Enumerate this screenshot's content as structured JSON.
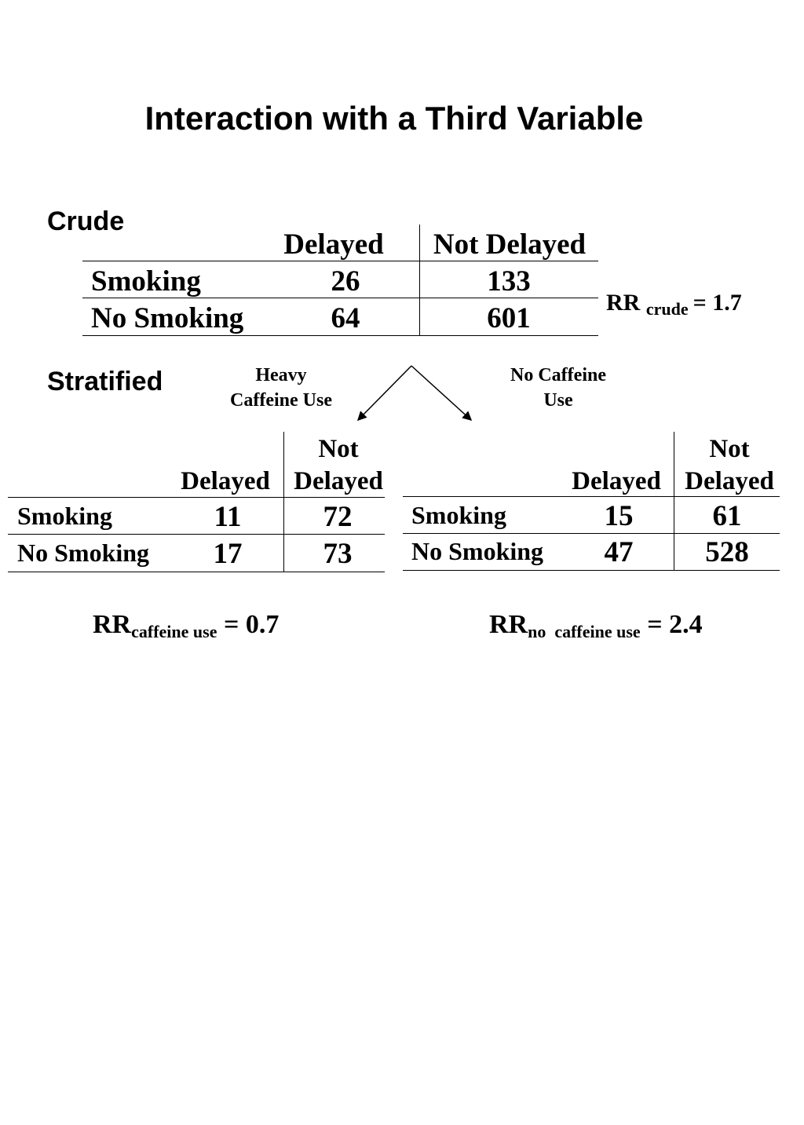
{
  "title": "Interaction with a Third Variable",
  "crude": {
    "label": "Crude",
    "columns": [
      "Delayed",
      "Not Delayed"
    ],
    "rows": [
      {
        "label": "Smoking",
        "values": [
          "26",
          "133"
        ]
      },
      {
        "label": "No Smoking",
        "values": [
          "64",
          "601"
        ]
      }
    ],
    "rr": {
      "prefix": "RR",
      "sub": "crude",
      "value": "= 1.7"
    }
  },
  "stratified": {
    "label": "Stratified",
    "branch_left": {
      "line1": "Heavy",
      "line2": "Caffeine Use"
    },
    "branch_right": {
      "line1": "No Caffeine",
      "line2": "Use"
    },
    "left": {
      "columns": [
        "Delayed",
        "Not",
        "Delayed"
      ],
      "rows": [
        {
          "label": "Smoking",
          "values": [
            "11",
            "72"
          ]
        },
        {
          "label": "No Smoking",
          "values": [
            "17",
            "73"
          ]
        }
      ],
      "rr": {
        "prefix": "RR",
        "sub": "caffeine use",
        "value": " = 0.7"
      }
    },
    "right": {
      "columns": [
        "Delayed",
        "Not",
        "Delayed"
      ],
      "rows": [
        {
          "label": "Smoking",
          "values": [
            "15",
            "61"
          ]
        },
        {
          "label": "No Smoking",
          "values": [
            "47",
            "528"
          ]
        }
      ],
      "rr": {
        "prefix": "RR",
        "sub": "no  caffeine use",
        "value": " = 2.4"
      }
    }
  }
}
